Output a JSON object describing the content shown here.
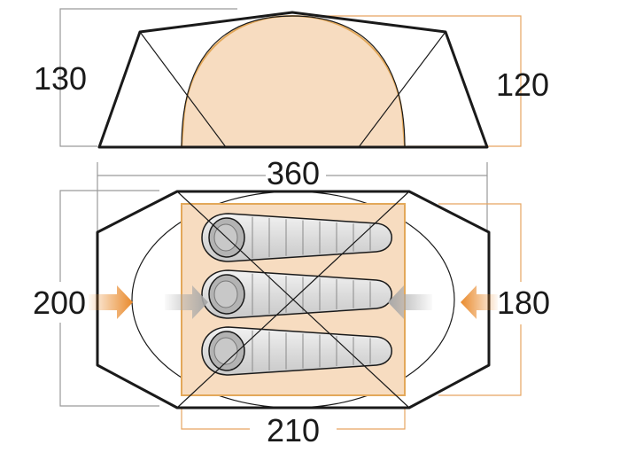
{
  "dimensions": {
    "total_height": "130",
    "inner_height": "120",
    "total_length": "360",
    "total_width": "200",
    "inner_width": "180",
    "inner_length": "210"
  },
  "sleeping_bags": 3,
  "colors": {
    "outline": "#1a1a1a",
    "inner_fill": "#f7dcc0",
    "inner_line": "#e3a85a",
    "dim_line_gray": "#9a9a9a",
    "dim_line_orange": "#e6a560",
    "arrow_orange": "#e98a2c",
    "arrow_gray": "#a8a8a8"
  },
  "icons": {
    "entrance_arrow": "arrow-right-icon",
    "vestibule_arrow": "arrow-left-icon"
  }
}
